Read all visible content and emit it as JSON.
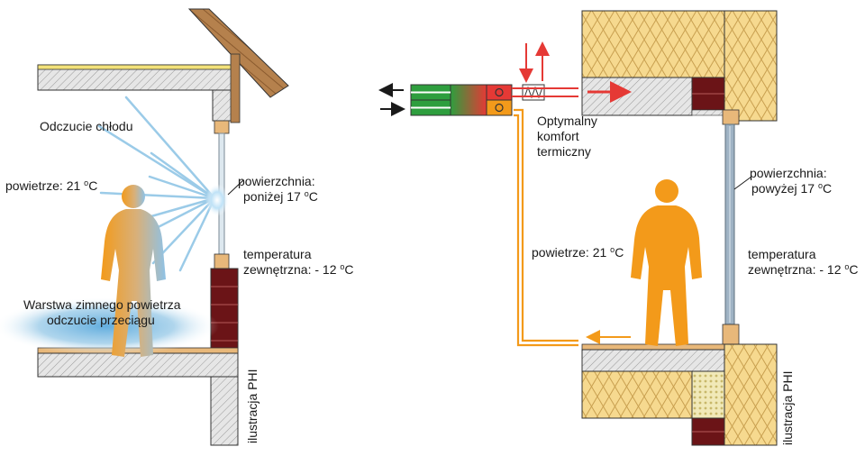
{
  "left": {
    "cold_sensation": "Odczucie chłodu",
    "air_temp": {
      "prefix": "powietrze: 21 ",
      "deg": "o",
      "unit": "C"
    },
    "surface": {
      "line1": "powierzchnia:",
      "line2_prefix": "poniżej 17 ",
      "deg": "o",
      "unit": "C"
    },
    "outside": {
      "line1": "temperatura",
      "line2_prefix": "zewnętrzna: - 12 ",
      "deg": "o",
      "unit": "C"
    },
    "cold_layer": {
      "line1": "Warstwa zimnego powietrza",
      "line2": "odczucie przeciągu"
    },
    "credit": "ilustracja PHI"
  },
  "right": {
    "comfort": {
      "line1": "Optymalny",
      "line2": "komfort",
      "line3": "termiczny"
    },
    "air_temp": {
      "prefix": "powietrze: 21 ",
      "deg": "o",
      "unit": "C"
    },
    "surface": {
      "line1": "powierzchnia:",
      "line2_prefix": "powyżej 17 ",
      "deg": "o",
      "unit": "C"
    },
    "outside": {
      "line1": "temperatura",
      "line2_prefix": "zewnętrzna: - 12 ",
      "deg": "o",
      "unit": "C"
    },
    "credit": "ilustracja PHI"
  },
  "colors": {
    "concrete": "#e6e6e6",
    "insulation": "#f6d98f",
    "brick": "#6b1417",
    "timber": "#e8b87a",
    "roof": "#b5814d",
    "person_warm": "#f39a1a",
    "cold_blue": "#9bcbe8",
    "duct": "#f39a1a",
    "supply_red": "#e53935",
    "exhaust_green": "#2e9e3e"
  }
}
